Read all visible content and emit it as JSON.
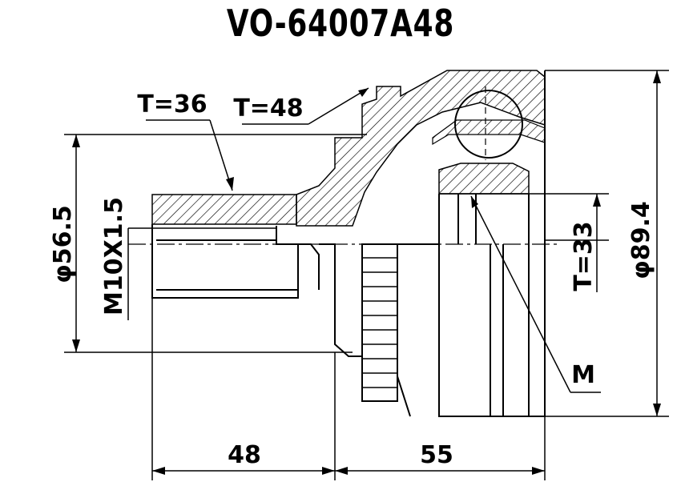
{
  "title": "VO-64007A48",
  "labels": {
    "outer_thread_teeth": "T=36",
    "abs_ring_teeth": "T=48",
    "inner_spline_teeth": "T=33",
    "hub_diameter": "φ56.5",
    "thread": "M10X1.5",
    "outer_diameter": "φ89.4",
    "shaft_length": "48",
    "body_length": "55",
    "mark": "M"
  },
  "colors": {
    "line": "#000000",
    "background": "#ffffff"
  }
}
